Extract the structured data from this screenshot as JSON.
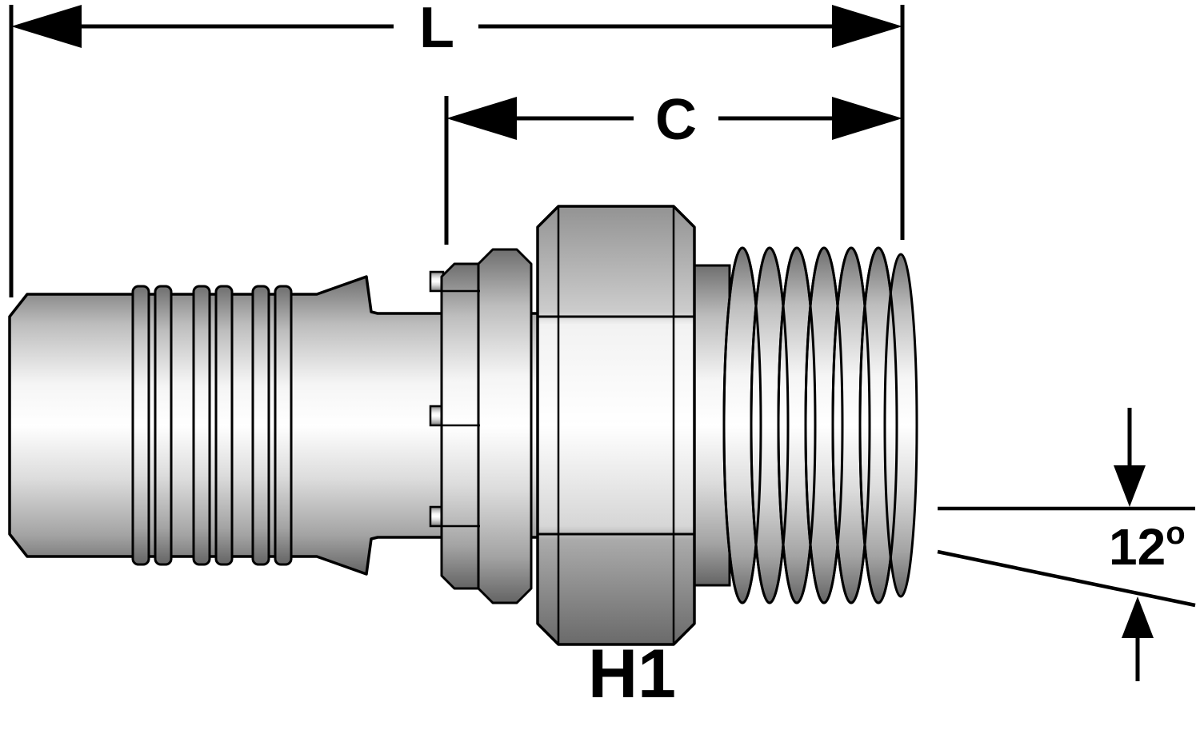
{
  "diagram": {
    "labels": {
      "length_dimension": "L",
      "cutoff_dimension": "C",
      "hex_size": "H1",
      "angle_value": "12",
      "angle_symbol": "o"
    },
    "colors": {
      "background": "#ffffff",
      "outline": "#000000",
      "metal_highlight": "#ffffff",
      "metal_mid": "#c6c6c6",
      "metal_shadow": "#646464"
    }
  }
}
